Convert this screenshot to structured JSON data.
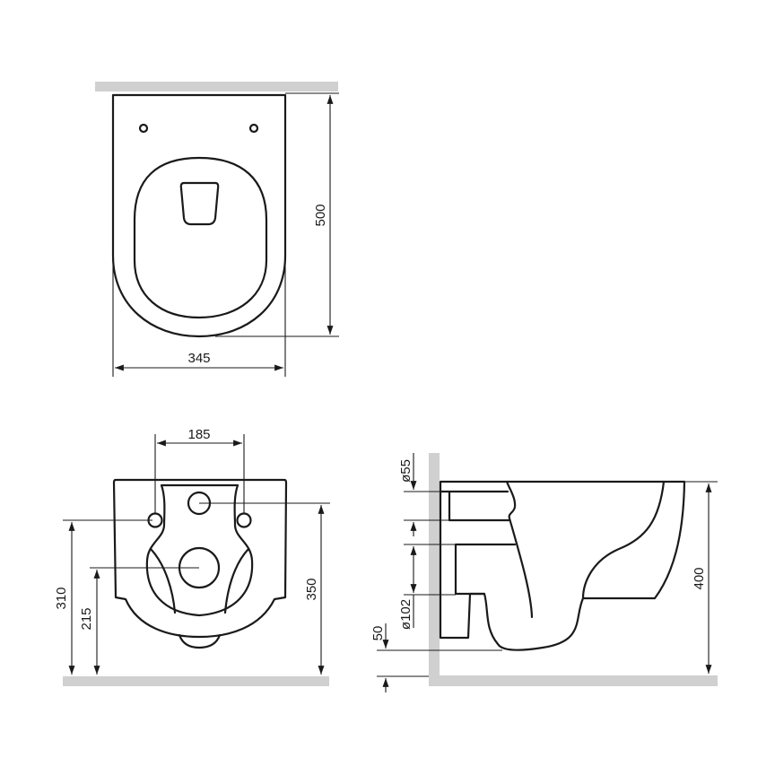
{
  "top_view": {
    "width_label": "345",
    "depth_label": "500"
  },
  "front_view": {
    "hole_spacing_label": "185",
    "fixing_height_label": "310",
    "outlet_height_label": "215",
    "inlet_height_label": "350"
  },
  "side_view": {
    "inlet_diameter_label": "ø55",
    "outlet_diameter_label": "ø102",
    "floor_clearance_label": "50",
    "height_label": "400"
  },
  "colors": {
    "line": "#1a1a1a",
    "wall_floor": "#d0d0d0"
  }
}
